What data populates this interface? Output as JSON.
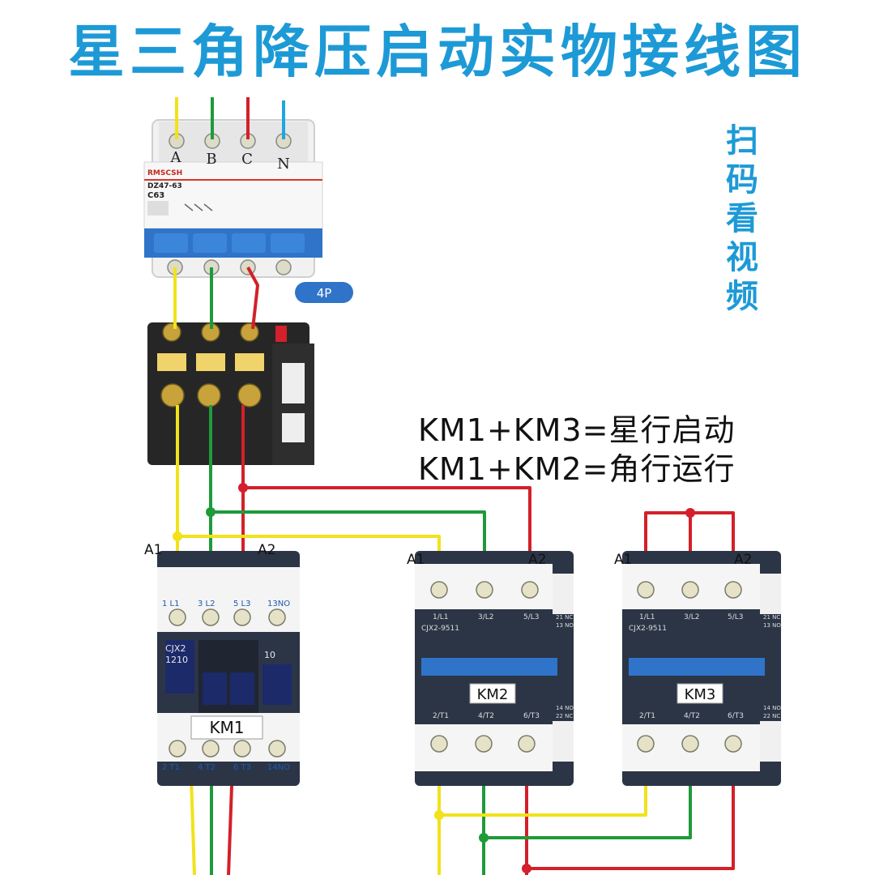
{
  "title": "星三角降压启动实物接线图",
  "side_note": "扫码看视频",
  "formulas": {
    "star": "KM1+KM3=星行启动",
    "delta": "KM1+KM2=角行运行"
  },
  "breaker": {
    "brand": "RMSCSH",
    "model": "DZ47-63",
    "rating": "C63",
    "poles_badge": "4P",
    "terminals": [
      "A",
      "B",
      "C",
      "N"
    ]
  },
  "contactors": {
    "km1": {
      "label": "KM1",
      "model_line1": "CJX2",
      "model_line2": "1210",
      "code": "10",
      "coil_a1": "A1",
      "coil_a2": "A2",
      "top_terms": [
        "1 L1",
        "3 L2",
        "5 L3",
        "13NO"
      ],
      "bottom_terms": [
        "2 T1",
        "4 T2",
        "6 T3",
        "14NO"
      ]
    },
    "km2": {
      "label": "KM2",
      "model": "CJX2-9511",
      "coil_a1": "A1",
      "coil_a2": "A2",
      "top_terms": [
        "1/L1",
        "3/L2",
        "5/L3"
      ],
      "bottom_terms": [
        "2/T1",
        "4/T2",
        "6/T3"
      ],
      "aux_top": [
        "21 NC",
        "13 NO"
      ],
      "aux_bottom": [
        "14 NO",
        "22 NC"
      ]
    },
    "km3": {
      "label": "KM3",
      "model": "CJX2-9511",
      "coil_a1": "A1",
      "coil_a2": "A2",
      "top_terms": [
        "1/L1",
        "3/L2",
        "5/L3"
      ],
      "bottom_terms": [
        "2/T1",
        "4/T2",
        "6/T3"
      ],
      "aux_top": [
        "21 NC",
        "13 NO"
      ],
      "aux_bottom": [
        "14 NO",
        "22 NC"
      ]
    }
  },
  "colors": {
    "title": "#1d9ad6",
    "phase_a": "#f2e21a",
    "phase_b": "#1f9a3a",
    "phase_c": "#d3202a",
    "neutral": "#1da6e0",
    "contactor_body": "#2b3546",
    "breaker_blue": "#2f74c8",
    "relay_body": "#262626"
  }
}
